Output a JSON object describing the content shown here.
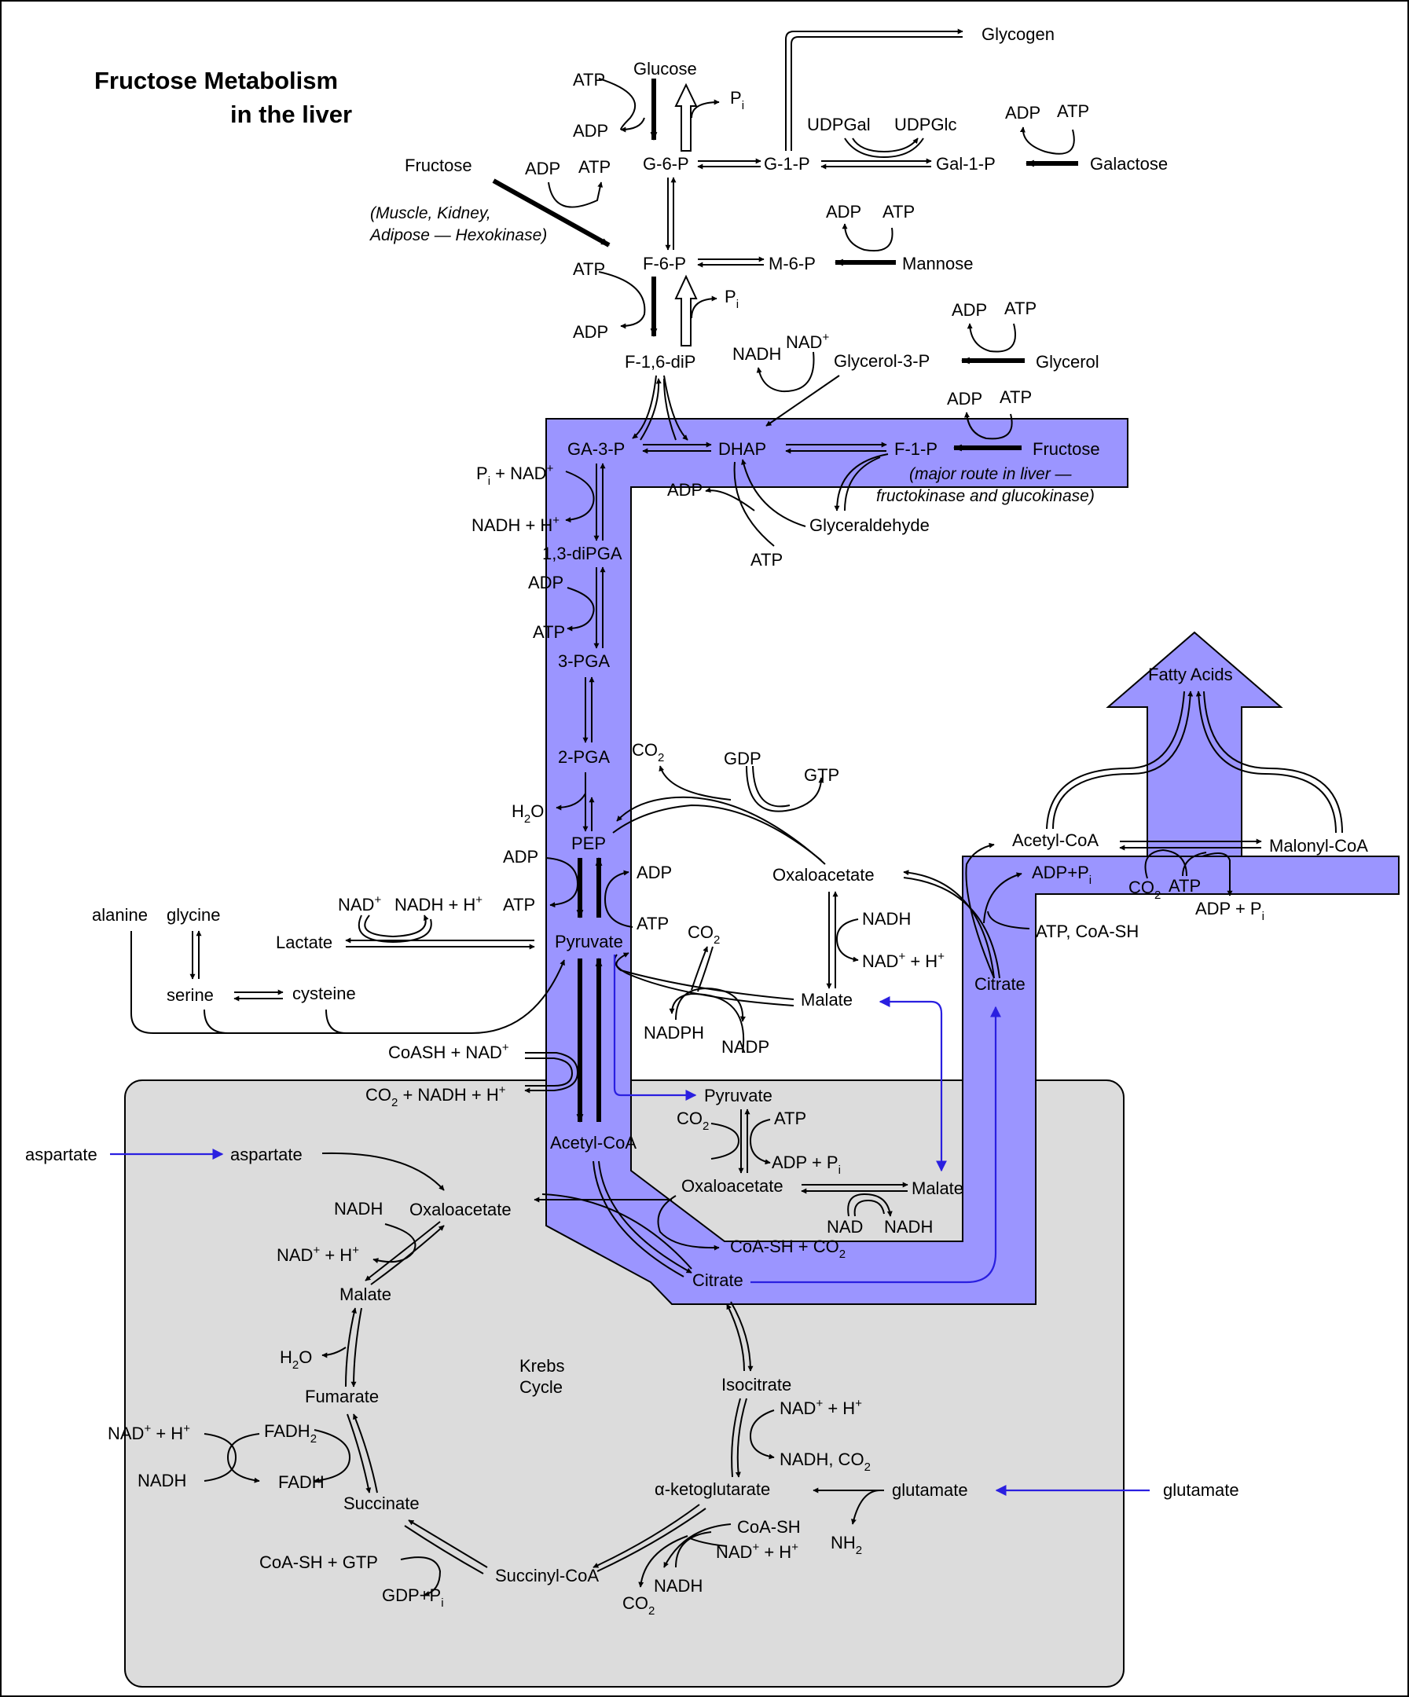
{
  "title": {
    "line1": "Fructose Metabolism",
    "line2": "in the liver"
  },
  "colors": {
    "pathway": "#9b95ff",
    "mito": "#dcdcdc",
    "transport_arrow": "#2a1fe0"
  },
  "icons": {
    "arrow_head": "arrow-head-icon",
    "hollow_arrow": "hollow-arrow-icon"
  },
  "labels": {
    "glycogen": "Glycogen",
    "glucose": "Glucose",
    "atp_hex": "ATP",
    "adp_hex": "ADP",
    "pi_g6p": "P",
    "pi_g6p_sub": "i",
    "g6p": "G-6-P",
    "g1p": "G-1-P",
    "udpgal": "UDPGal",
    "udpglc": "UDPGlc",
    "adp_gal": "ADP",
    "atp_gal": "ATP",
    "gal1p": "Gal-1-P",
    "galactose": "Galactose",
    "fructose_top": "Fructose",
    "adp_fruc": "ADP",
    "atp_fruc": "ATP",
    "muscle_note1": "(Muscle, Kidney,",
    "muscle_note2": "Adipose — Hexokinase)",
    "adp_man": "ADP",
    "atp_man": "ATP",
    "f6p": "F-6-P",
    "m6p": "M-6-P",
    "mannose": "Mannose",
    "atp_pfk": "ATP",
    "adp_pfk": "ADP",
    "pi_fbp": "P",
    "pi_fbp_sub": "i",
    "f16dip": "F-1,6-diP",
    "adp_glyc": "ADP",
    "atp_glyc": "ATP",
    "nadh_g3p": "NADH",
    "nad_g3p": "NAD",
    "glycerol3p": "Glycerol-3-P",
    "glycerol": "Glycerol",
    "adp_fk": "ADP",
    "atp_fk": "ATP",
    "ga3p": "GA-3-P",
    "dhap": "DHAP",
    "f1p": "F-1-P",
    "fructose_main": "Fructose",
    "major1": "(major route in liver —",
    "major2": "fructokinase and glucokinase)",
    "adp_gald": "ADP",
    "atp_gald": "ATP",
    "glyceraldehyde": "Glyceraldehyde",
    "pi_nad": "P",
    "pi_nad_sub": "i",
    "pi_nad_rest": " + NAD",
    "nadh_h": "NADH + H",
    "dipga": "1,3-diPGA",
    "adp_pgk": "ADP",
    "atp_pgk": "ATP",
    "pga3": "3-PGA",
    "pga2": "2-PGA",
    "h2o_eno": "H",
    "h2o_eno_sub": "2",
    "h2o_eno_o": "O",
    "pep": "PEP",
    "adp_pk": "ADP",
    "atp_pk": "ATP",
    "adp_pc": "ADP",
    "atp_pc": "ATP",
    "co2_pepck": "CO",
    "co2_pepck_sub": "2",
    "gdp": "GDP",
    "gtp": "GTP",
    "oaa_cyto": "Oxaloacetate",
    "nadh_mdh": "NADH",
    "nadh_mdh2": "NAD",
    "alanine": "alanine",
    "glycine": "glycine",
    "serine": "serine",
    "cysteine": "cysteine",
    "nad_ldh": "NAD",
    "nadh_ldh": "NADH + H",
    "lactate": "Lactate",
    "pyruvate_cyto": "Pyruvate",
    "co2_me": "CO",
    "co2_me_sub": "2",
    "nadph": "NADPH",
    "nadp": "NADP",
    "malate_cyto": "Malate",
    "acetylcoa_cyto": "Acetyl-CoA",
    "malonylcoa": "Malonyl-CoA",
    "adp_pi_acl": "ADP+P",
    "adp_pi_acl_sub": "i",
    "co2_acc": "CO",
    "co2_acc_sub": "2",
    "atp_acc": "ATP",
    "adp_pi_acc": "ADP + P",
    "adp_pi_acc_sub": "i",
    "atp_coash": "ATP, CoA-SH",
    "citrate_cyto": "Citrate",
    "fatty_acids": "Fatty Acids",
    "coash_nad": "CoASH + NAD",
    "co2_nadh": "CO",
    "co2_nadh_sub": "2",
    "co2_nadh_rest": " + NADH + H",
    "pyruvate_mito": "Pyruvate",
    "co2_pcm": "CO",
    "co2_pcm_sub": "2",
    "atp_pcm": "ATP",
    "adp_pi_pcm": "ADP + P",
    "adp_pi_pcm_sub": "i",
    "acetylcoa_mito": "Acetyl-CoA",
    "aspartate_out": "aspartate",
    "aspartate_in": "aspartate",
    "oaa_mito": "Oxaloacetate",
    "malate_mito": "Malate",
    "nad_mm": "NAD",
    "nadh_mm": "NADH",
    "coash_co2": "CoA-SH + CO",
    "coash_co2_sub": "2",
    "citrate_mito": "Citrate",
    "oaa_krebs": "Oxaloacetate",
    "nadh_k1": "NADH",
    "nad_k1": "NAD",
    "malate_k": "Malate",
    "h2o_k": "H",
    "h2o_k_sub": "2",
    "h2o_k_o": "O",
    "fumarate": "Fumarate",
    "nad_k2": "NAD",
    "nadh_k2": "NADH",
    "fadh2": "FADH",
    "fadh2_sub": "2",
    "fadh": "FADH",
    "succinate": "Succinate",
    "coash_gtp": "CoA-SH  +  GTP",
    "gdp_pi": "GDP+P",
    "gdp_pi_sub": "i",
    "succinylcoa": "Succinyl-CoA",
    "co2_akg": "CO",
    "co2_akg_sub": "2",
    "nadh_akg": "NADH",
    "coash_akg": "CoA-SH",
    "nad_akg": "NAD",
    "akg": "α-ketoglutarate",
    "glutamate_in": "glutamate",
    "nh2": "NH",
    "nh2_sub": "2",
    "glutamate_out": "glutamate",
    "isocitrate": "Isocitrate",
    "nad_idh": "NAD",
    "nadh_co2": "NADH, CO",
    "nadh_co2_sub": "2",
    "krebs1": "Krebs",
    "krebs2": "Cycle",
    "sup_plus": "+"
  }
}
